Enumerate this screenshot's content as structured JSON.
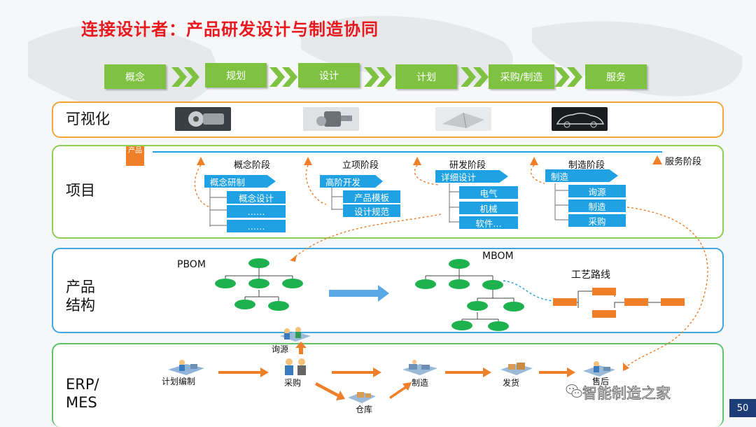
{
  "title": "连接设计者：产品研发设计与制造协同",
  "stages": [
    "概念",
    "规划",
    "设计",
    "计划",
    "采购/制造",
    "服务"
  ],
  "rows": {
    "visualization": "可视化",
    "project": "项目",
    "product_structure": "产品\n结构",
    "erp_mes": "ERP/\nMES"
  },
  "project": {
    "product_flag": "产品",
    "phases": [
      "概念阶段",
      "立项阶段",
      "研发阶段",
      "制造阶段"
    ],
    "service_phase": "服务阶段",
    "concept": {
      "head": "概念研制",
      "items": [
        "概念设计",
        "……",
        "……"
      ]
    },
    "initiation": {
      "head": "高阶开发",
      "items": [
        "产品模板",
        "设计规范"
      ]
    },
    "rnd": {
      "head": "详细设计",
      "items": [
        "电气",
        "机械",
        "软件…"
      ]
    },
    "manufacturing": {
      "head": "制造",
      "items": [
        "询源",
        "制造",
        "采购"
      ]
    }
  },
  "product": {
    "pbom": "PBOM",
    "mbom": "MBOM",
    "routing": "工艺路线"
  },
  "erp": {
    "plan": "计划编制",
    "sourcing": "询源",
    "purchase": "采购",
    "warehouse": "仓库",
    "manufacture": "制造",
    "ship": "发货",
    "after_sales": "售后"
  },
  "watermark": "智能制造之家",
  "page_number": "50",
  "colors": {
    "title": "#e8191e",
    "stage": "#7fc241",
    "orange": "#f07f2a",
    "blue": "#1fa1e3",
    "green_node": "#1db24d"
  }
}
